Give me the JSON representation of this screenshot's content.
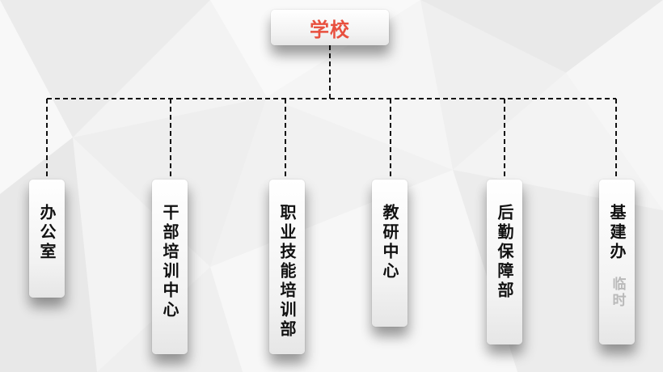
{
  "root": {
    "label": "学校",
    "color": "#e8503f"
  },
  "departments": [
    {
      "label": "办公室"
    },
    {
      "label": "干部培训中心"
    },
    {
      "label": "职业技能培训部"
    },
    {
      "label": "教研中心"
    },
    {
      "label": "后勤保障部"
    },
    {
      "label": "基建办",
      "note": "临时"
    }
  ]
}
